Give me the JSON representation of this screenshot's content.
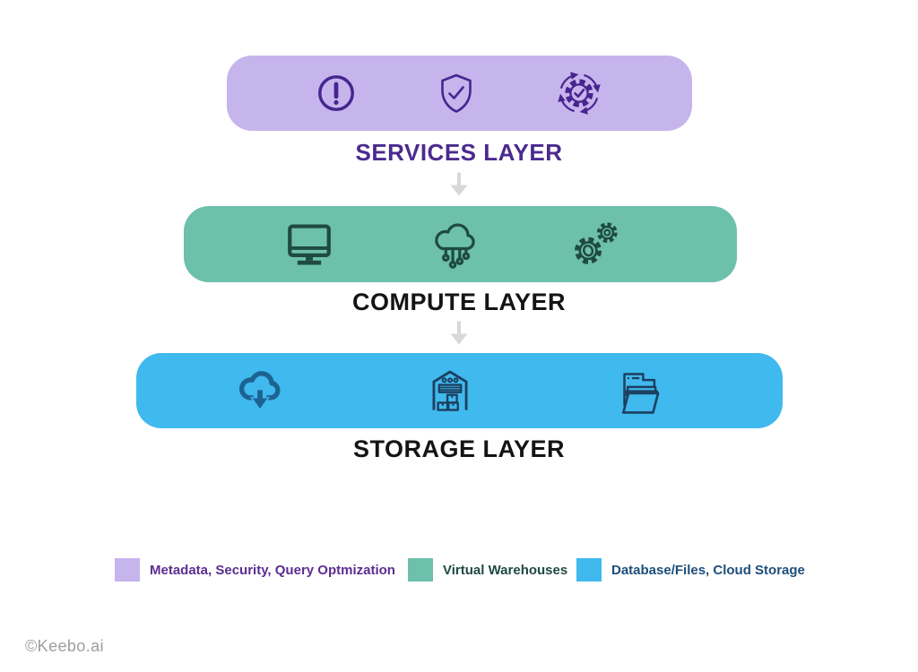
{
  "canvas": {
    "background": "#ffffff"
  },
  "layers": [
    {
      "id": "services",
      "label": "SERVICES LAYER",
      "bar_color": "#c6b4ec",
      "icon_color": "#46258f",
      "label_color": "#4b2a8f",
      "icons": [
        "alert-circle-icon",
        "shield-check-icon",
        "gear-sync-icon"
      ]
    },
    {
      "id": "compute",
      "label": "COMPUTE LAYER",
      "bar_color": "#6cc0ac",
      "icon_color": "#1f4a42",
      "label_color": "#141414",
      "icons": [
        "monitor-icon",
        "cloud-network-icon",
        "gears-icon"
      ]
    },
    {
      "id": "storage",
      "label": "STORAGE LAYER",
      "bar_color": "#3fb9ee",
      "icon_color": "#1d3f5f",
      "cloud_icon_color": "#1c6392",
      "label_color": "#141414",
      "icons": [
        "cloud-download-icon",
        "warehouse-icon",
        "folder-files-icon"
      ]
    }
  ],
  "arrows": {
    "color": "#d8d8d8"
  },
  "legend": {
    "items": [
      {
        "label": "Metadata, Security, Query Optmization",
        "swatch_color": "#c6b4ec",
        "text_color": "#5b2d90"
      },
      {
        "label": "Virtual Warehouses",
        "swatch_color": "#6cc0ac",
        "text_color": "#1f4a42"
      },
      {
        "label": "Database/Files, Cloud Storage",
        "swatch_color": "#3fb9ee",
        "text_color": "#1d4e79"
      }
    ]
  },
  "watermark": {
    "text": "©Keebo.ai",
    "color": "#9e9e9e"
  }
}
